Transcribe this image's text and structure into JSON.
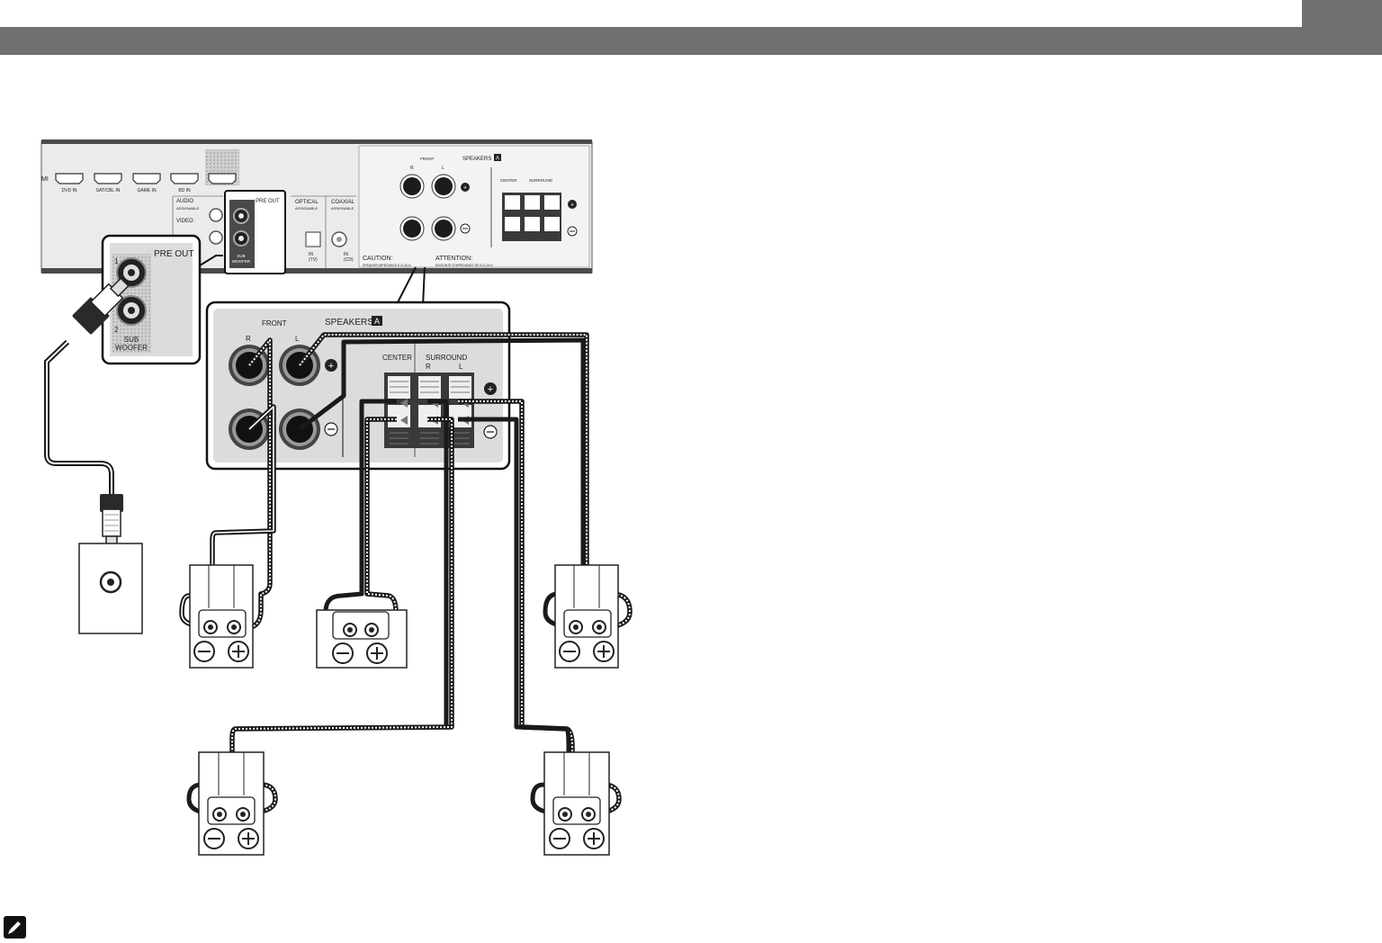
{
  "receiver_panel": {
    "hdmi_label": "MI",
    "hdmi_inputs": [
      "DVD IN",
      "SAT/CBL IN",
      "GAME IN",
      "BD IN"
    ],
    "audio_label": "AUDIO",
    "assignable": "ASSIGNABLE",
    "video_label": "VIDEO",
    "pre_out": "PRE OUT",
    "sub_woofer_line1": "SUB",
    "sub_woofer_line2": "WOOFER",
    "optical_label": "OPTICAL",
    "coaxial_label": "COAXIAL",
    "optical_in": "IN",
    "optical_in_sub": "(TV)",
    "coaxial_in": "IN",
    "coaxial_in_sub": "(CD)",
    "caution": "CAUTION:",
    "caution_small": "SPEAKER IMPEDANCE 6 Ω-16 Ω",
    "attention": "ATTENTION:",
    "attention_small": "ENCEINTE D'IMPEDANCE DE 6 Ω-16 Ω",
    "speakers_label": "SPEAKERS",
    "speakers_badge": "A",
    "front_label": "FRONT",
    "r_label": "R",
    "l_label": "L",
    "center_label": "CENTER",
    "surround_label": "SURROUND"
  },
  "pre_out_zoom": {
    "title": "PRE OUT",
    "jack1": "1",
    "jack2": "2",
    "sub_line1": "SUB",
    "sub_line2": "WOOFER"
  },
  "speakers_zoom": {
    "speakers_label": "SPEAKERS",
    "speakers_badge": "A",
    "front_label": "FRONT",
    "r_label": "R",
    "l_label": "L",
    "center_label": "CENTER",
    "surround_label": "SURROUND",
    "surround_r": "R",
    "surround_l": "L"
  },
  "colors": {
    "header_bar": "#707070",
    "panel_fill": "#e8e8e8",
    "zoom_fill": "#dcdcdc",
    "cable_dark": "#1a1a1a"
  },
  "icons": [
    "note-pencil-icon",
    "hdmi-port-icon",
    "rca-jack-icon",
    "speaker-terminal-icon",
    "optical-port-icon"
  ]
}
